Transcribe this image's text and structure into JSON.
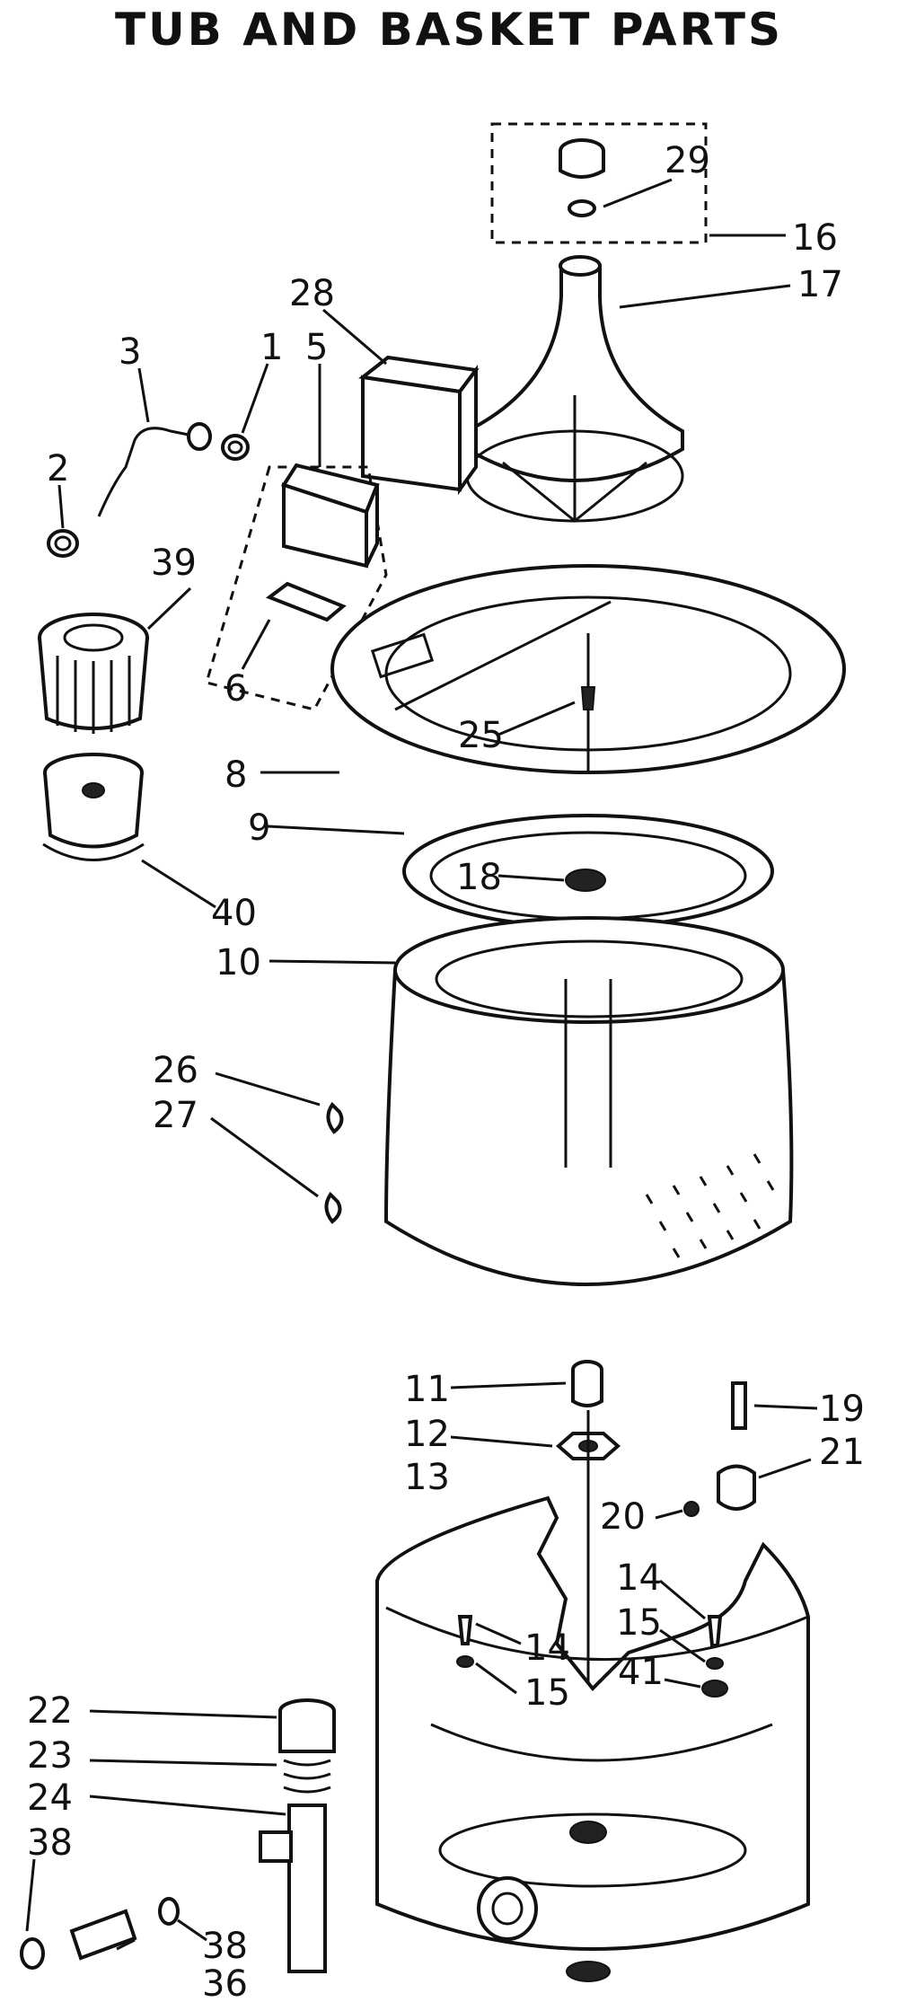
{
  "title": "TUB AND BASKET PARTS",
  "callouts": [
    {
      "id": "c1",
      "text": "1"
    },
    {
      "id": "c2",
      "text": "2"
    },
    {
      "id": "c3",
      "text": "3"
    },
    {
      "id": "c5",
      "text": "5"
    },
    {
      "id": "c6",
      "text": "6"
    },
    {
      "id": "c8",
      "text": "8"
    },
    {
      "id": "c9",
      "text": "9"
    },
    {
      "id": "c10",
      "text": "10"
    },
    {
      "id": "c11",
      "text": "11"
    },
    {
      "id": "c12",
      "text": "12"
    },
    {
      "id": "c13",
      "text": "13"
    },
    {
      "id": "c14a",
      "text": "14"
    },
    {
      "id": "c14b",
      "text": "14"
    },
    {
      "id": "c15a",
      "text": "15"
    },
    {
      "id": "c15b",
      "text": "15"
    },
    {
      "id": "c16",
      "text": "16"
    },
    {
      "id": "c17",
      "text": "17"
    },
    {
      "id": "c18",
      "text": "18"
    },
    {
      "id": "c19",
      "text": "19"
    },
    {
      "id": "c20",
      "text": "20"
    },
    {
      "id": "c21",
      "text": "21"
    },
    {
      "id": "c22",
      "text": "22"
    },
    {
      "id": "c23",
      "text": "23"
    },
    {
      "id": "c24",
      "text": "24"
    },
    {
      "id": "c25",
      "text": "25"
    },
    {
      "id": "c26",
      "text": "26"
    },
    {
      "id": "c27",
      "text": "27"
    },
    {
      "id": "c28",
      "text": "28"
    },
    {
      "id": "c29",
      "text": "29"
    },
    {
      "id": "c36",
      "text": "36"
    },
    {
      "id": "c38a",
      "text": "38"
    },
    {
      "id": "c38b",
      "text": "38"
    },
    {
      "id": "c39",
      "text": "39"
    },
    {
      "id": "c40",
      "text": "40"
    },
    {
      "id": "c41",
      "text": "41"
    }
  ]
}
